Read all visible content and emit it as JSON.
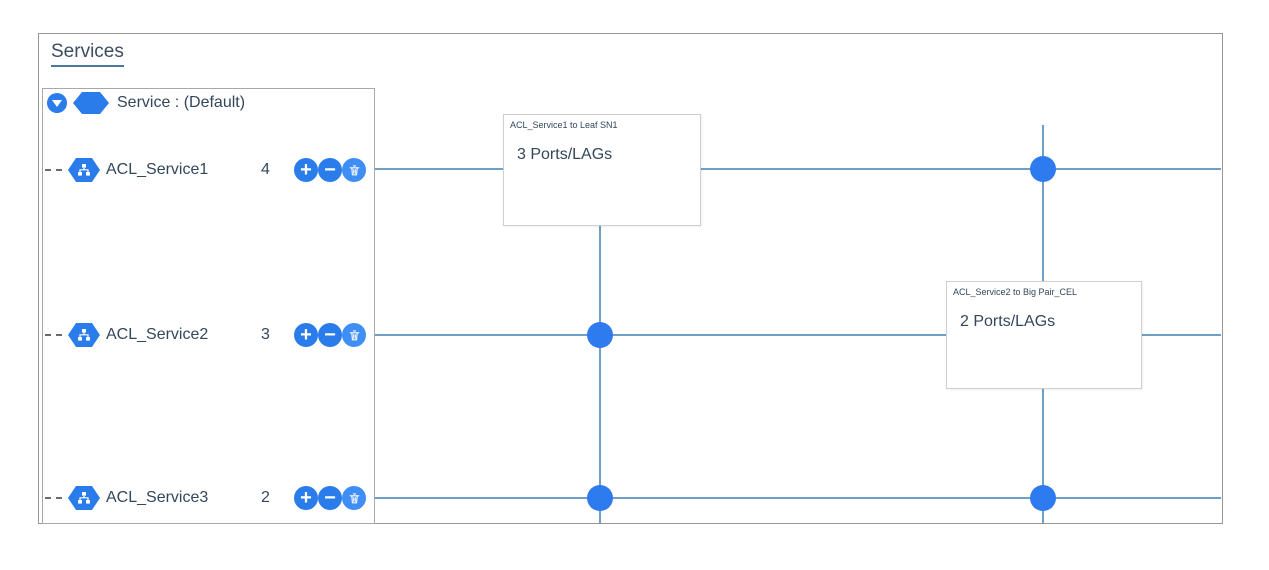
{
  "page": {
    "title": "Services"
  },
  "tree": {
    "root": {
      "label": "Service : (Default)"
    },
    "services": [
      {
        "name": "ACL_Service1",
        "count": "4"
      },
      {
        "name": "ACL_Service2",
        "count": "3"
      },
      {
        "name": "ACL_Service3",
        "count": "2"
      }
    ],
    "row_actions": {
      "add_label": "+",
      "remove_label": "−"
    }
  },
  "diagram": {
    "tooltips": [
      {
        "title": "ACL_Service1 to Leaf SN1",
        "body": "3 Ports/LAGs"
      },
      {
        "title": "ACL_Service2 to Big Pair_CEL",
        "body": "2 Ports/LAGs"
      }
    ]
  },
  "colors": {
    "accent": "#2a7cea",
    "grid_line": "#6f9fc8",
    "node_dot": "#2e7bf0",
    "text": "#33475b"
  }
}
